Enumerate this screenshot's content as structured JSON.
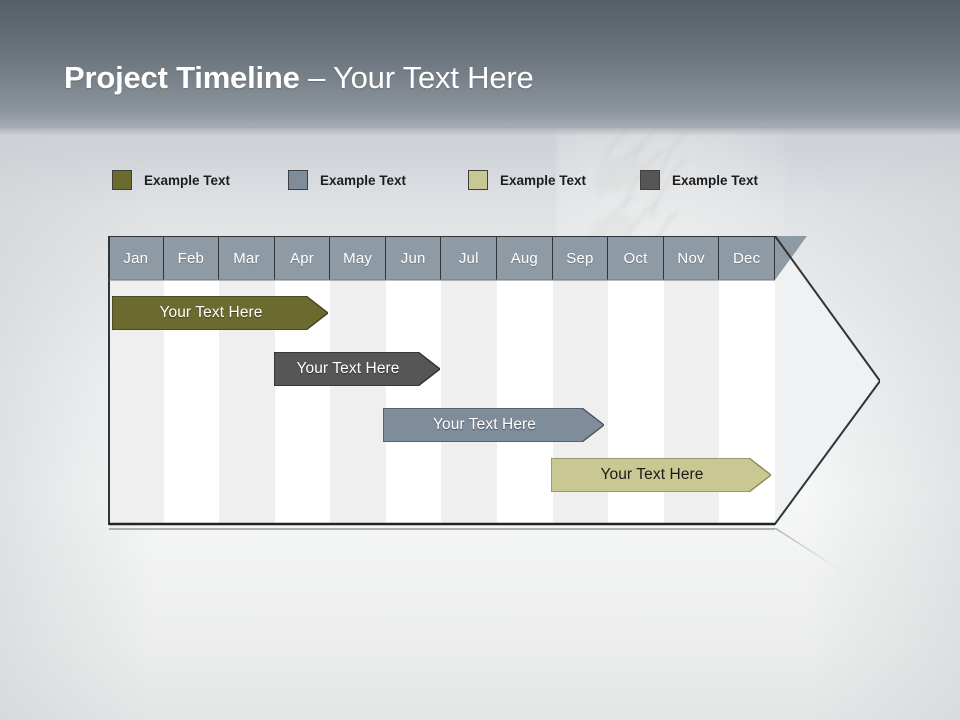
{
  "slide": {
    "title_bold": "Project Timeline",
    "title_rest": " – Your Text Here"
  },
  "legend": {
    "items": [
      {
        "label": "Example Text",
        "color": "#6b6b30"
      },
      {
        "label": "Example Text",
        "color": "#7f8c99"
      },
      {
        "label": "Example Text",
        "color": "#c9c893"
      },
      {
        "label": "Example Text",
        "color": "#565656"
      }
    ]
  },
  "chart_data": {
    "type": "bar",
    "title": "Project Timeline – Your Text Here",
    "categories": [
      "Jan",
      "Feb",
      "Mar",
      "Apr",
      "May",
      "Jun",
      "Jul",
      "Aug",
      "Sep",
      "Oct",
      "Nov",
      "Dec"
    ],
    "xlabel": "",
    "ylabel": "",
    "grid": true,
    "legend_position": "top",
    "tasks": [
      {
        "label": "Your  Text Here",
        "start_month": "Jan",
        "end_month": "Apr",
        "start_index": 0,
        "end_index": 3.85,
        "color": "#6b6b30",
        "text_color": "light"
      },
      {
        "label": "Your  Text Here",
        "start_month": "Apr",
        "end_month": "Jun",
        "start_index": 2.98,
        "end_index": 5.93,
        "color": "#565656",
        "text_color": "light"
      },
      {
        "label": "Your  Text Here",
        "start_month": "Jun",
        "end_month": "Sep",
        "start_index": 4.95,
        "end_index": 8.88,
        "color": "#7f8c99",
        "text_color": "light"
      },
      {
        "label": "Your  Text Here",
        "start_month": "Sep",
        "end_month": "Dec",
        "start_index": 7.96,
        "end_index": 11.86,
        "color": "#c9c893",
        "text_color": "dark"
      }
    ]
  },
  "colors": {
    "header_band": "#8e9aa4",
    "title_band_top": "#565e67",
    "title_band_bottom": "#a7adb3",
    "column_shade": "#efeff0",
    "column_plain": "#ffffff",
    "outline": "#2f3539"
  }
}
